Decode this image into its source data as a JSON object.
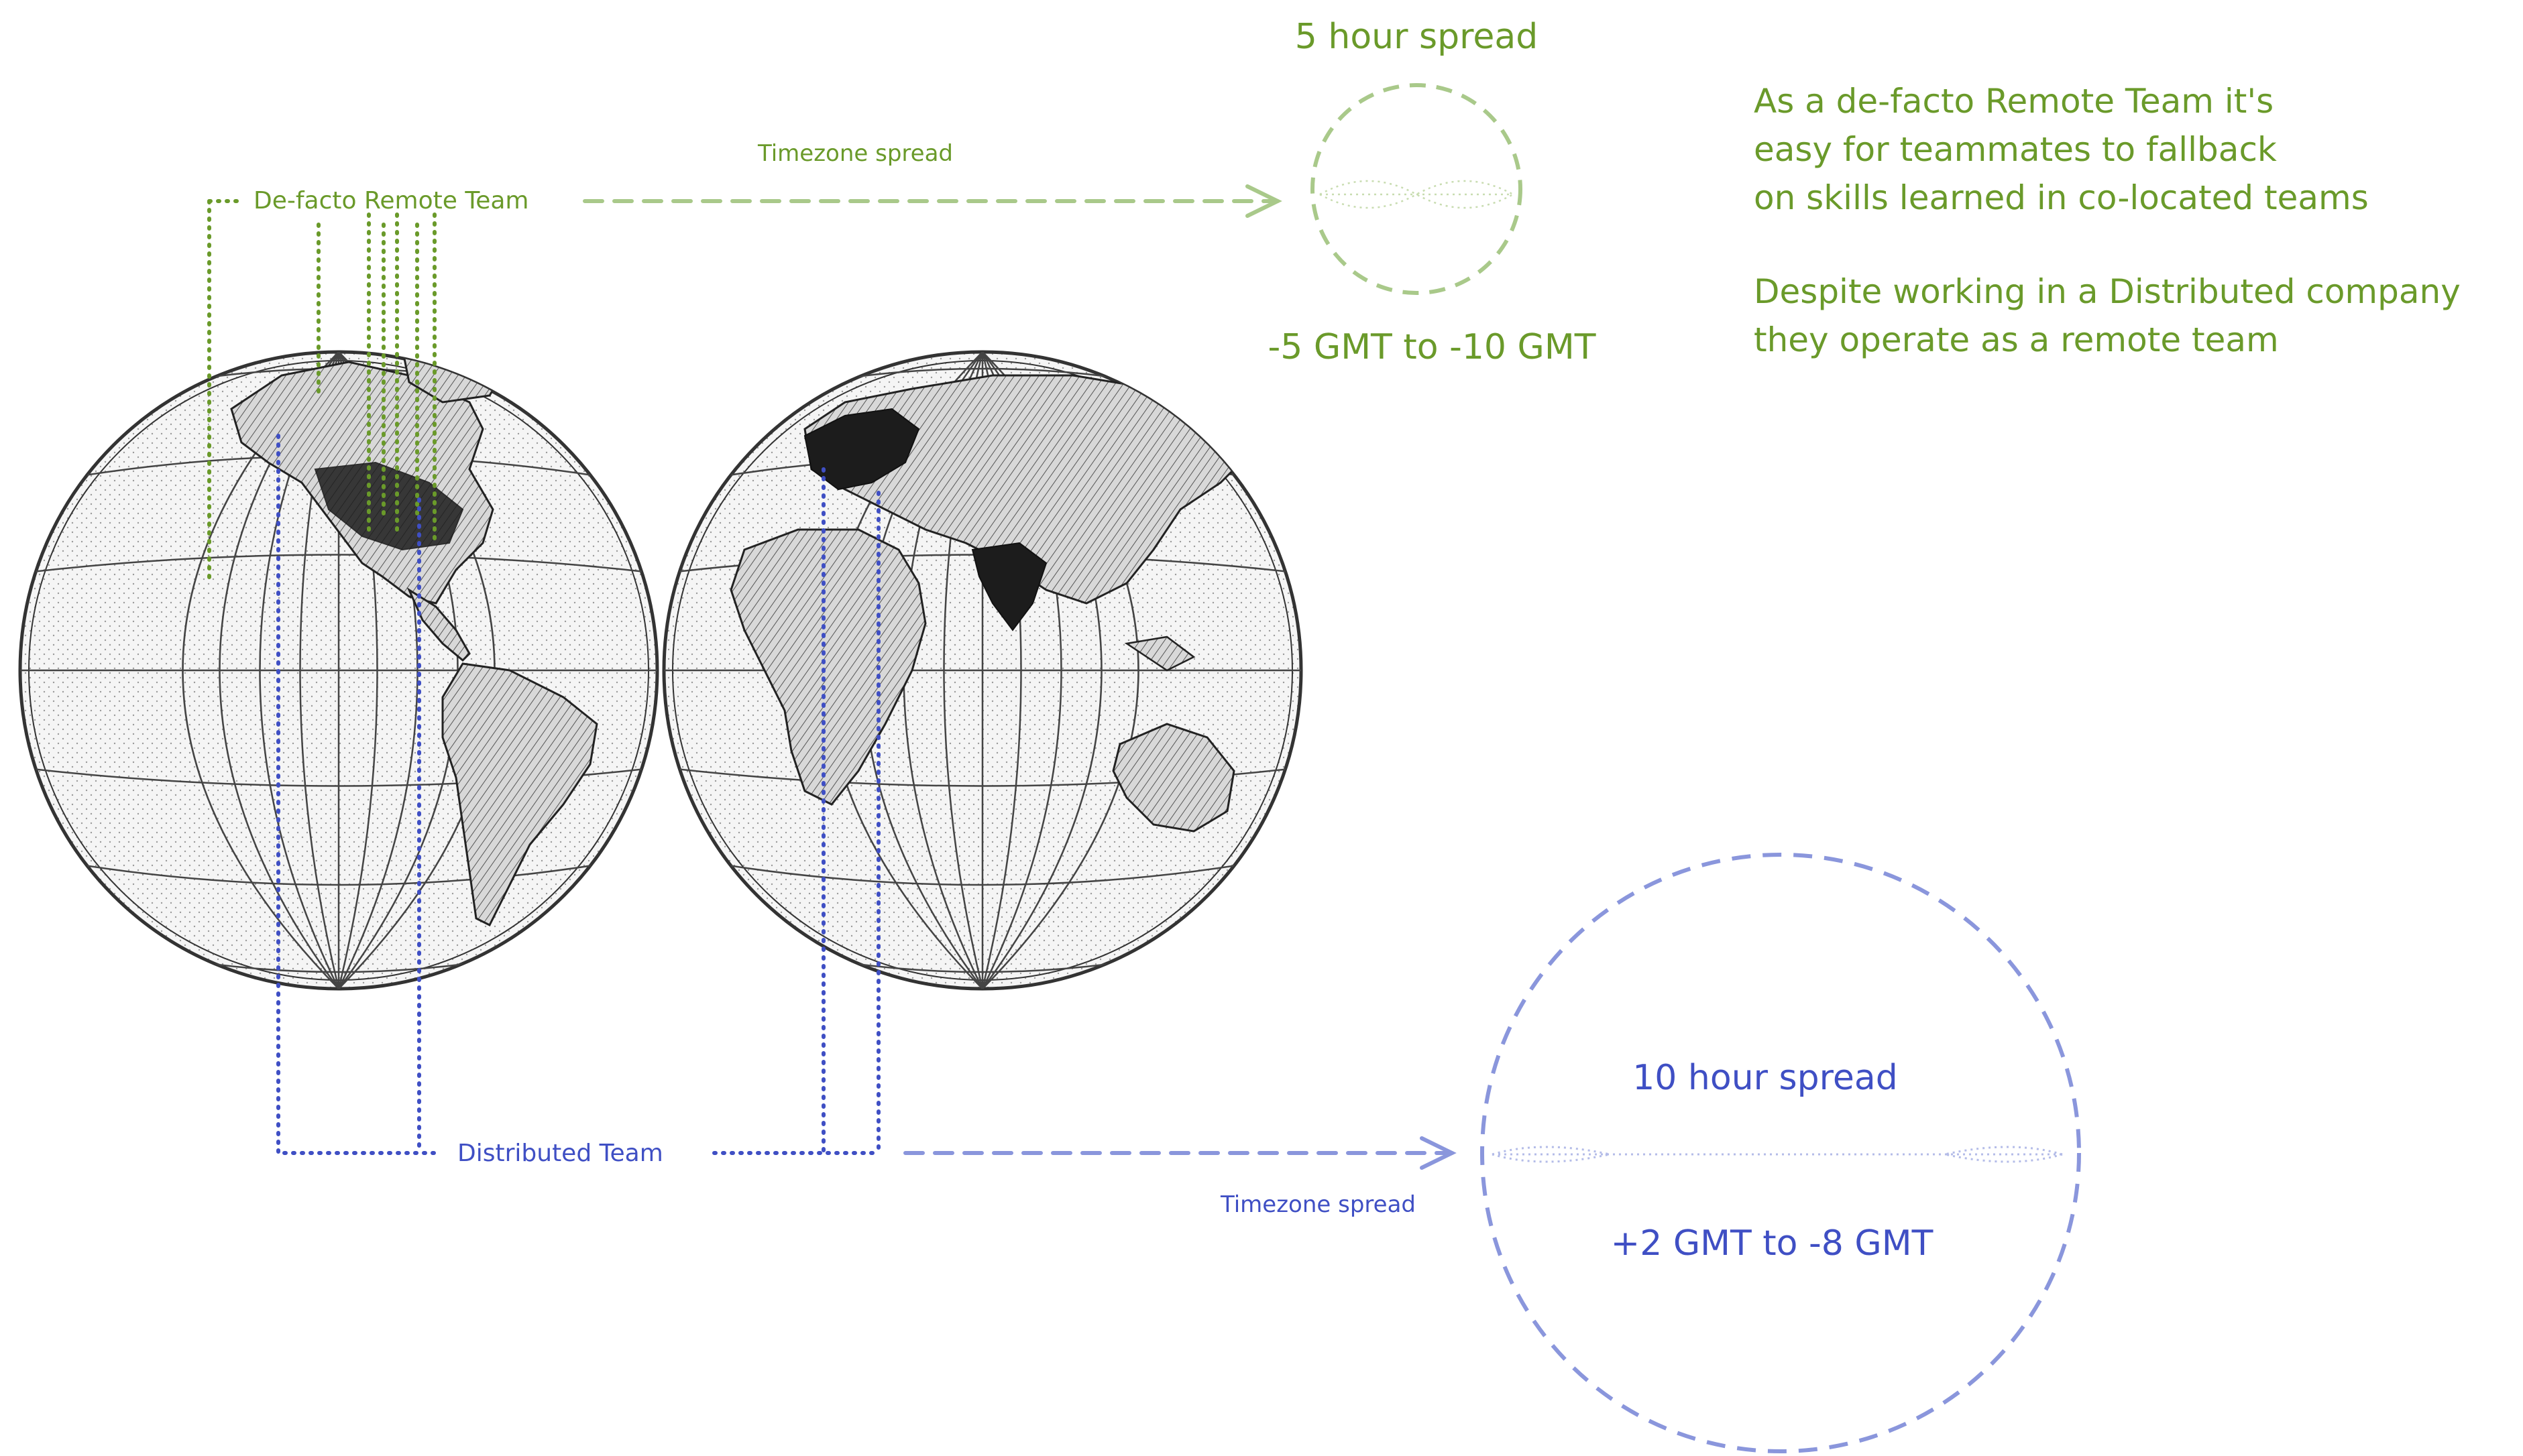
{
  "colors": {
    "green": "#6a9a2a",
    "green_light": "#a9c98a",
    "blue": "#3f4fc4",
    "blue_light": "#8a96dc",
    "map_ink": "#333333",
    "map_fill": "#f3f3f3",
    "land": "#cfcfcf",
    "land_dark": "#1c1c1c"
  },
  "remote": {
    "team_label": "De-facto Remote Team",
    "arrow_label": "Timezone spread",
    "spread_title": "5 hour spread",
    "spread_range": "-5 GMT to -10 GMT"
  },
  "distributed": {
    "team_label": "Distributed Team",
    "arrow_label": "Timezone spread",
    "spread_title": "10 hour spread",
    "spread_range": "+2 GMT to -8 GMT"
  },
  "note": {
    "paragraph1": [
      "As a de-facto Remote Team it's",
      "easy for teammates to fallback",
      "on skills learned in co-located teams"
    ],
    "paragraph2": [
      "Despite working in a Distributed company",
      "they operate as a remote team"
    ]
  },
  "map": {
    "icon": "world-map-two-hemispheres"
  }
}
